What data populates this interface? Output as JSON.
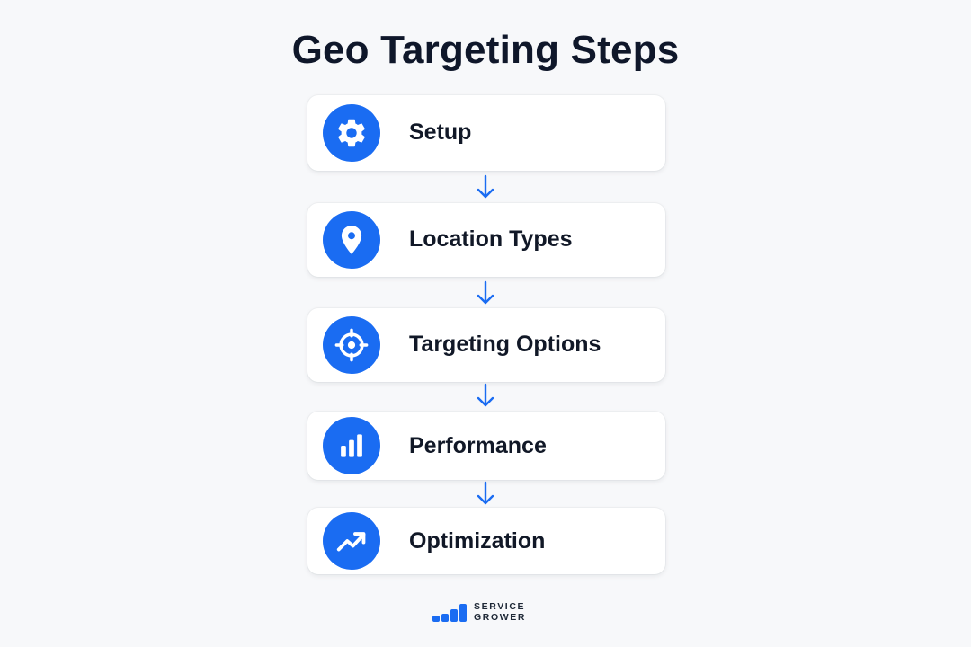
{
  "title": "Geo Targeting Steps",
  "steps": [
    {
      "label": "Setup",
      "icon": "gear-icon"
    },
    {
      "label": "Location Types",
      "icon": "map-pin-icon"
    },
    {
      "label": "Targeting Options",
      "icon": "crosshair-icon"
    },
    {
      "label": "Performance",
      "icon": "bar-chart-icon"
    },
    {
      "label": "Optimization",
      "icon": "trending-up-icon"
    }
  ],
  "brand": {
    "line1": "SERVICE",
    "line2": "GROWER"
  },
  "colors": {
    "accent": "#1a6cf2",
    "background": "#f7f8fa",
    "card": "#ffffff",
    "text": "#0f172a"
  }
}
